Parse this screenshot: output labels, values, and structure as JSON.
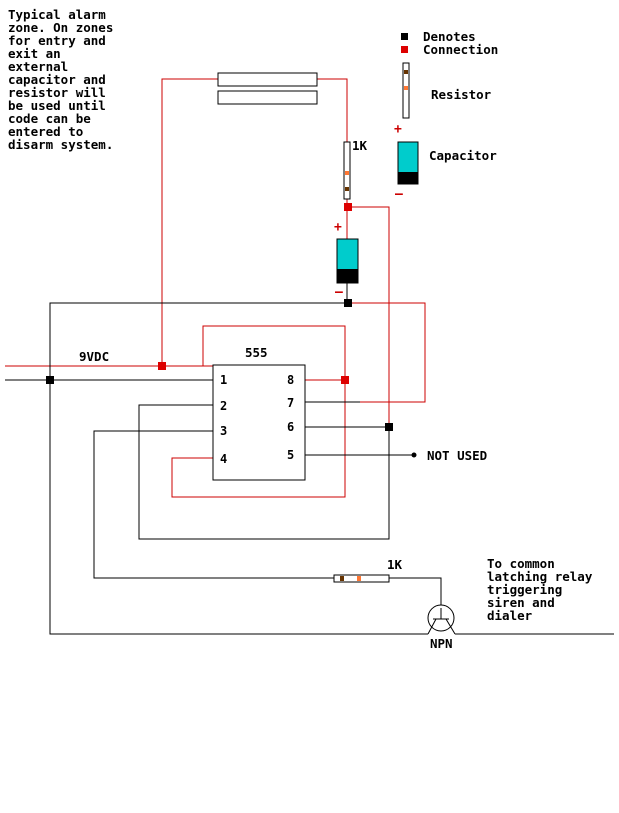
{
  "colors": {
    "wire_black": "#000000",
    "wire_red": "#cc0000",
    "junction_black": "#000000",
    "junction_red": "#dd0000",
    "capacitor_body": "#00cccc",
    "capacitor_band": "#000000",
    "resistor_band_brown": "#663300",
    "resistor_band_orange": "#ff7733"
  },
  "description_lines": [
    "Typical alarm",
    "zone. On zones",
    "for entry and",
    "exit an",
    "external",
    "capacitor and",
    "resistor will",
    "be used until",
    "code can be",
    "entered to",
    "disarm system."
  ],
  "legend": {
    "denotes": "Denotes",
    "connection": "Connection",
    "resistor": "Resistor",
    "capacitor": "Capacitor",
    "plus": "+",
    "minus": "–"
  },
  "labels": {
    "supply": "9VDC",
    "ic": "555",
    "resistor_top": "1K",
    "resistor_bottom": "1K",
    "transistor": "NPN",
    "not_used": "NOT USED",
    "plus": "+",
    "minus": "–"
  },
  "ic_pins": {
    "p1": "1",
    "p2": "2",
    "p3": "3",
    "p4": "4",
    "p5": "5",
    "p6": "6",
    "p7": "7",
    "p8": "8"
  },
  "output_note_lines": [
    "To common",
    "latching relay",
    "triggering",
    "siren and",
    "dialer"
  ]
}
